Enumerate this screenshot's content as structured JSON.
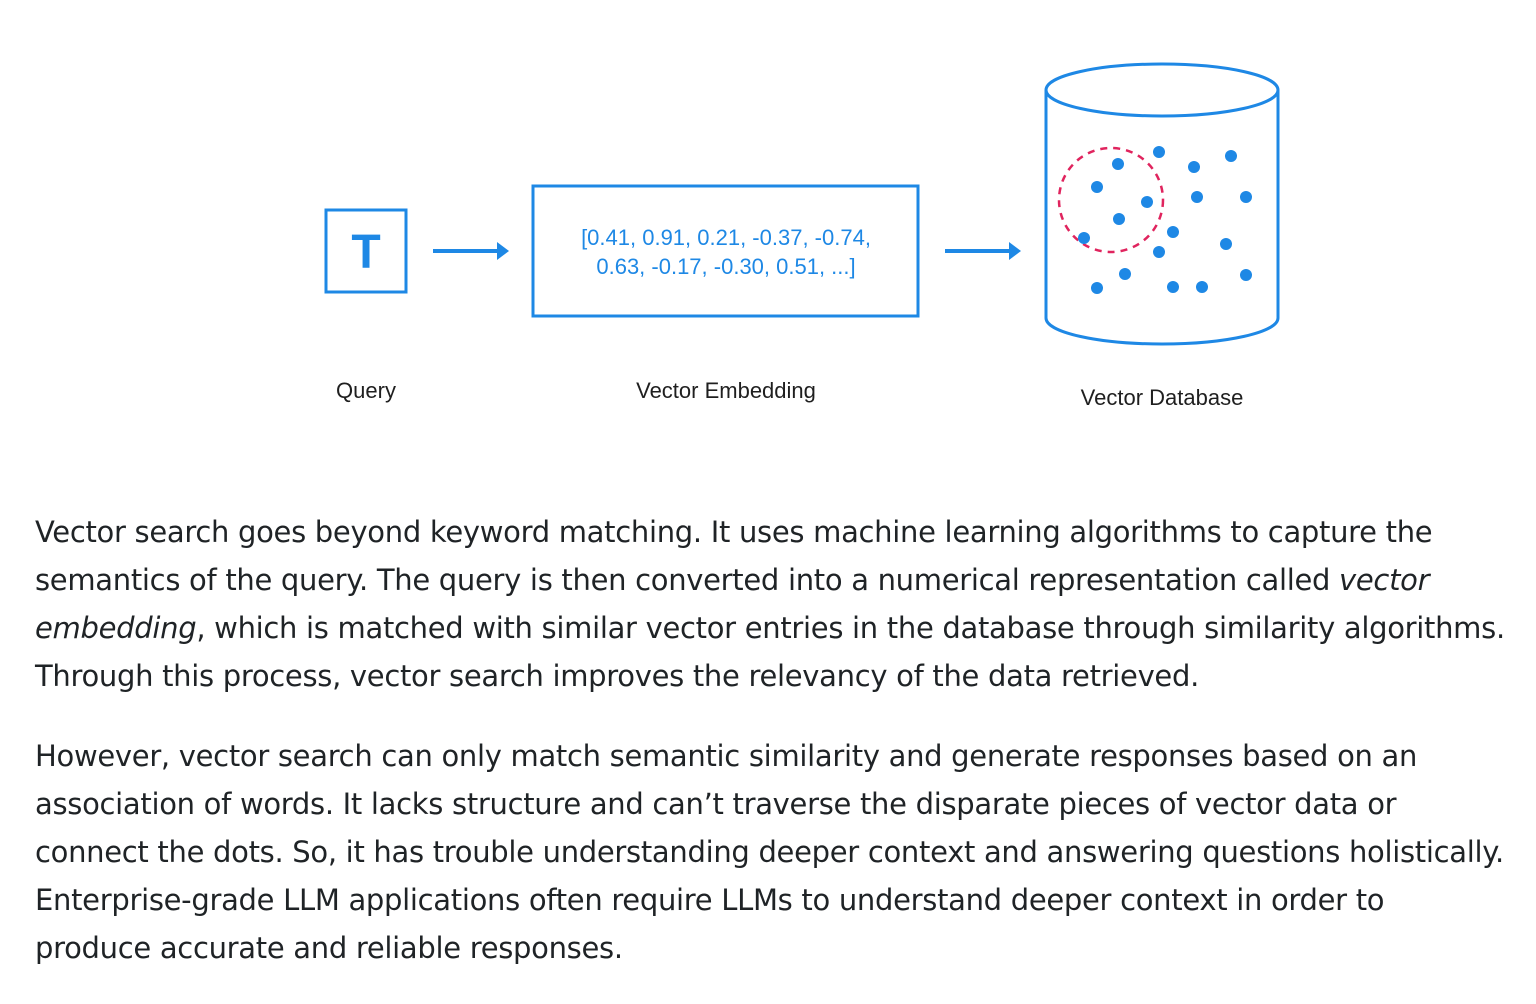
{
  "diagram": {
    "query": {
      "icon_letter": "T",
      "label": "Query"
    },
    "embedding": {
      "line1": "[0.41, 0.91, 0.21, -0.37, -0.74,",
      "line2": "0.63, -0.17, -0.30, 0.51, ...]",
      "label": "Vector Embedding"
    },
    "database": {
      "label": "Vector Database",
      "icon": "cylinder-database-icon"
    },
    "colors": {
      "accent": "#1e88e5",
      "highlight": "#e0245e"
    }
  },
  "article": {
    "para1_before": "Vector search goes beyond keyword matching. It uses machine learning algorithms to capture the semantics of the query. The query is then converted into a numerical representation called ",
    "para1_em": "vector embedding",
    "para1_after": ", which is matched with similar vector entries in the database through similarity algorithms. Through this process, vector search improves the relevancy of the data retrieved.",
    "para2": "However, vector search can only match semantic similarity and generate responses based on an association of words. It lacks structure and can’t traverse the disparate pieces of vector data or connect the dots. So, it has trouble understanding deeper context and answering questions holistically. Enterprise-grade LLM applications often require LLMs to understand deeper context in order to produce accurate and reliable responses."
  }
}
